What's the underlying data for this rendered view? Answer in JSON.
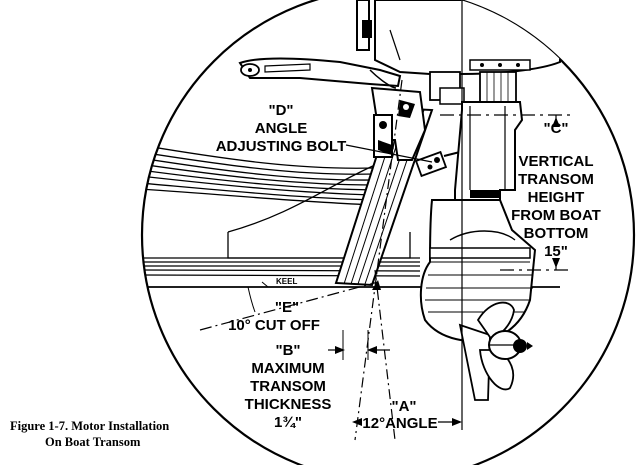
{
  "labels": {
    "d_letter": "\"D\"",
    "d_line1": "ANGLE",
    "d_line2": "ADJUSTING BOLT",
    "c_letter": "\"C\"",
    "c_line1": "VERTICAL",
    "c_line2": "TRANSOM",
    "c_line3": "HEIGHT",
    "c_line4": "FROM BOAT",
    "c_line5": "BOTTOM",
    "c_value": "15\"",
    "keel": "KEEL",
    "e_letter": "\"E\"",
    "e_line1": "10° CUT OFF",
    "b_letter": "\"B\"",
    "b_line1": "MAXIMUM",
    "b_line2": "TRANSOM",
    "b_line3": "THICKNESS",
    "b_value": "1¾\"",
    "a_letter": "\"A\"",
    "a_line1": "12°ANGLE"
  },
  "caption": {
    "line1": "Figure 1-7. Motor Installation",
    "line2": "On Boat Transom"
  },
  "colors": {
    "ink": "#000000",
    "background": "#ffffff"
  }
}
